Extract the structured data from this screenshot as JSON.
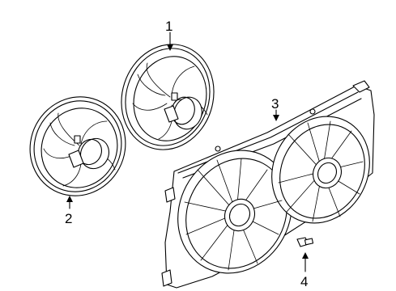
{
  "callouts": [
    {
      "number": "1",
      "part": "fan-blade-upper"
    },
    {
      "number": "2",
      "part": "fan-blade-lower"
    },
    {
      "number": "3",
      "part": "fan-shroud-assembly"
    },
    {
      "number": "4",
      "part": "bolt"
    }
  ],
  "colors": {
    "line": "#000000",
    "background": "#ffffff"
  }
}
